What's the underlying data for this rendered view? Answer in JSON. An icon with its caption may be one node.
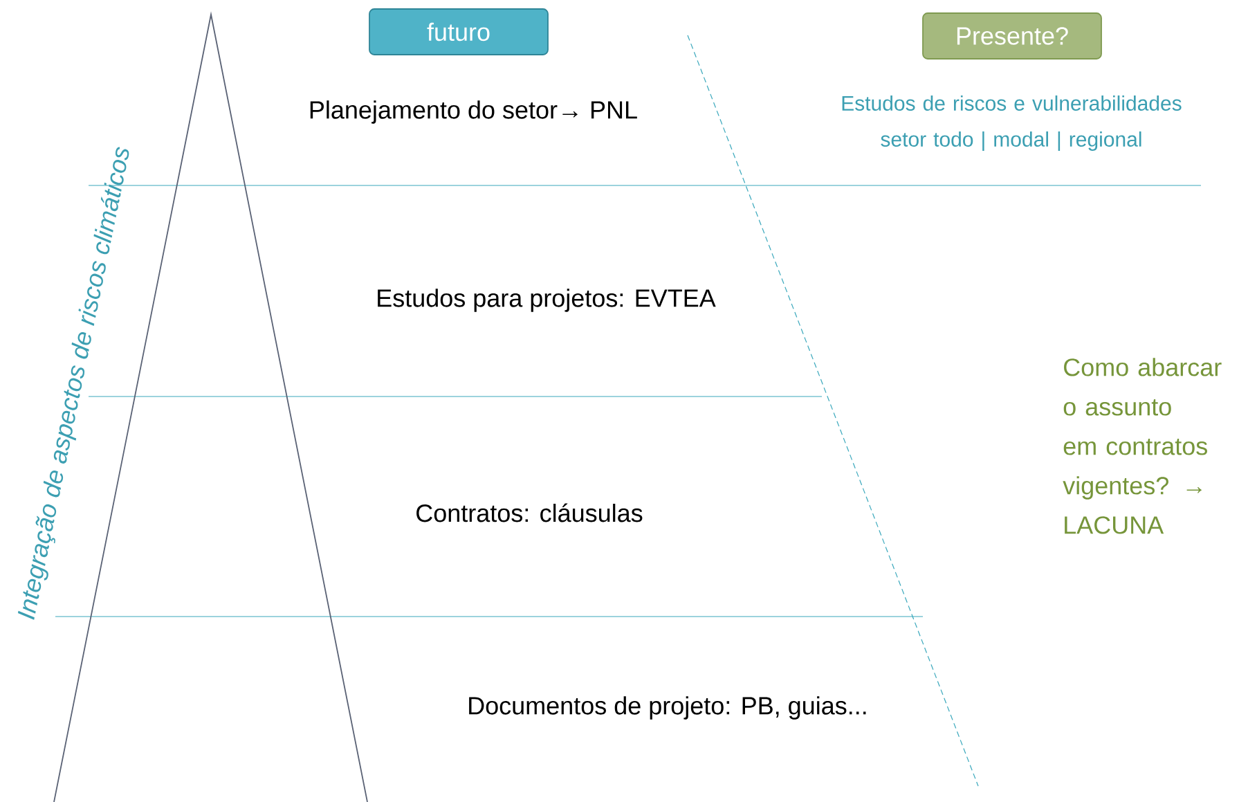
{
  "diagram": {
    "nodes": [
      {
        "text": [
          "futuro"
        ]
      },
      {
        "text": [
          "Presente?"
        ]
      }
    ],
    "labels": [
      "Integração de aspectos de riscos climáticos",
      "Planejamento do setor→ PNL",
      "Estudos de riscos e vulnerabilidades setor todo | modal | regional",
      "Estudos para projetos: EVTEA",
      "Como abarcar o assunto em contratos vigentes? → LACUNA",
      "Contratos: cláusulas",
      "Documentos de projeto: PB, guias..."
    ]
  }
}
